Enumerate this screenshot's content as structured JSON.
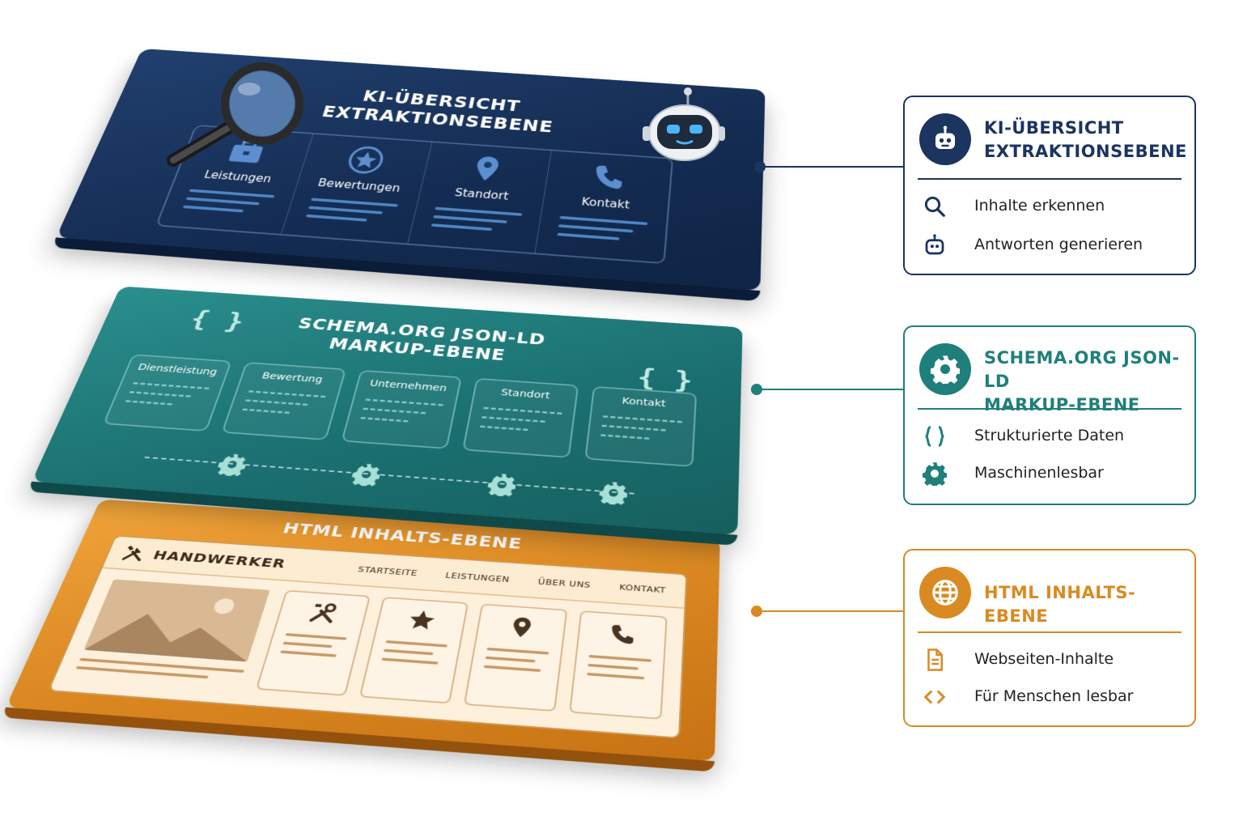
{
  "colors": {
    "ki": "#1b3460",
    "schema": "#1f7f7b",
    "html": "#d98a22"
  },
  "layers": {
    "ki": {
      "title_line1": "KI-ÜBERSICHT",
      "title_line2": "EXTRAKTIONSEBENE",
      "items": [
        {
          "label": "Leistungen",
          "icon": "briefcase-icon"
        },
        {
          "label": "Bewertungen",
          "icon": "star-icon"
        },
        {
          "label": "Standort",
          "icon": "location-pin-icon"
        },
        {
          "label": "Kontakt",
          "icon": "phone-icon"
        }
      ]
    },
    "schema": {
      "title_line1": "SCHEMA.ORG JSON-LD",
      "title_line2": "MARKUP-EBENE",
      "braces": "{ }",
      "items": [
        {
          "label": "Dienstleistung"
        },
        {
          "label": "Bewertung"
        },
        {
          "label": "Unternehmen"
        },
        {
          "label": "Standort"
        },
        {
          "label": "Kontakt"
        }
      ]
    },
    "html": {
      "title": "HTML INHALTS-EBENE",
      "brand": "HANDWERKER",
      "nav": [
        "STARTSEITE",
        "LEISTUNGEN",
        "ÜBER UNS",
        "KONTAKT"
      ]
    }
  },
  "panels": {
    "ki": {
      "title_line1": "KI-ÜBERSICHT",
      "title_line2": "EXTRAKTIONSEBENE",
      "items": [
        {
          "label": "Inhalte erkennen",
          "icon": "search-icon"
        },
        {
          "label": "Antworten generieren",
          "icon": "robot-icon"
        }
      ]
    },
    "schema": {
      "title_line1": "SCHEMA.ORG JSON-LD",
      "title_line2": "MARKUP-EBENE",
      "items": [
        {
          "label": "Strukturierte Daten",
          "icon": "braces-icon"
        },
        {
          "label": "Maschinenlesbar",
          "icon": "gear-icon"
        }
      ]
    },
    "html": {
      "title_line1": "HTML INHALTS-EBENE",
      "items": [
        {
          "label": "Webseiten-Inhalte",
          "icon": "document-icon"
        },
        {
          "label": "Für Menschen lesbar",
          "icon": "code-icon"
        }
      ]
    }
  }
}
